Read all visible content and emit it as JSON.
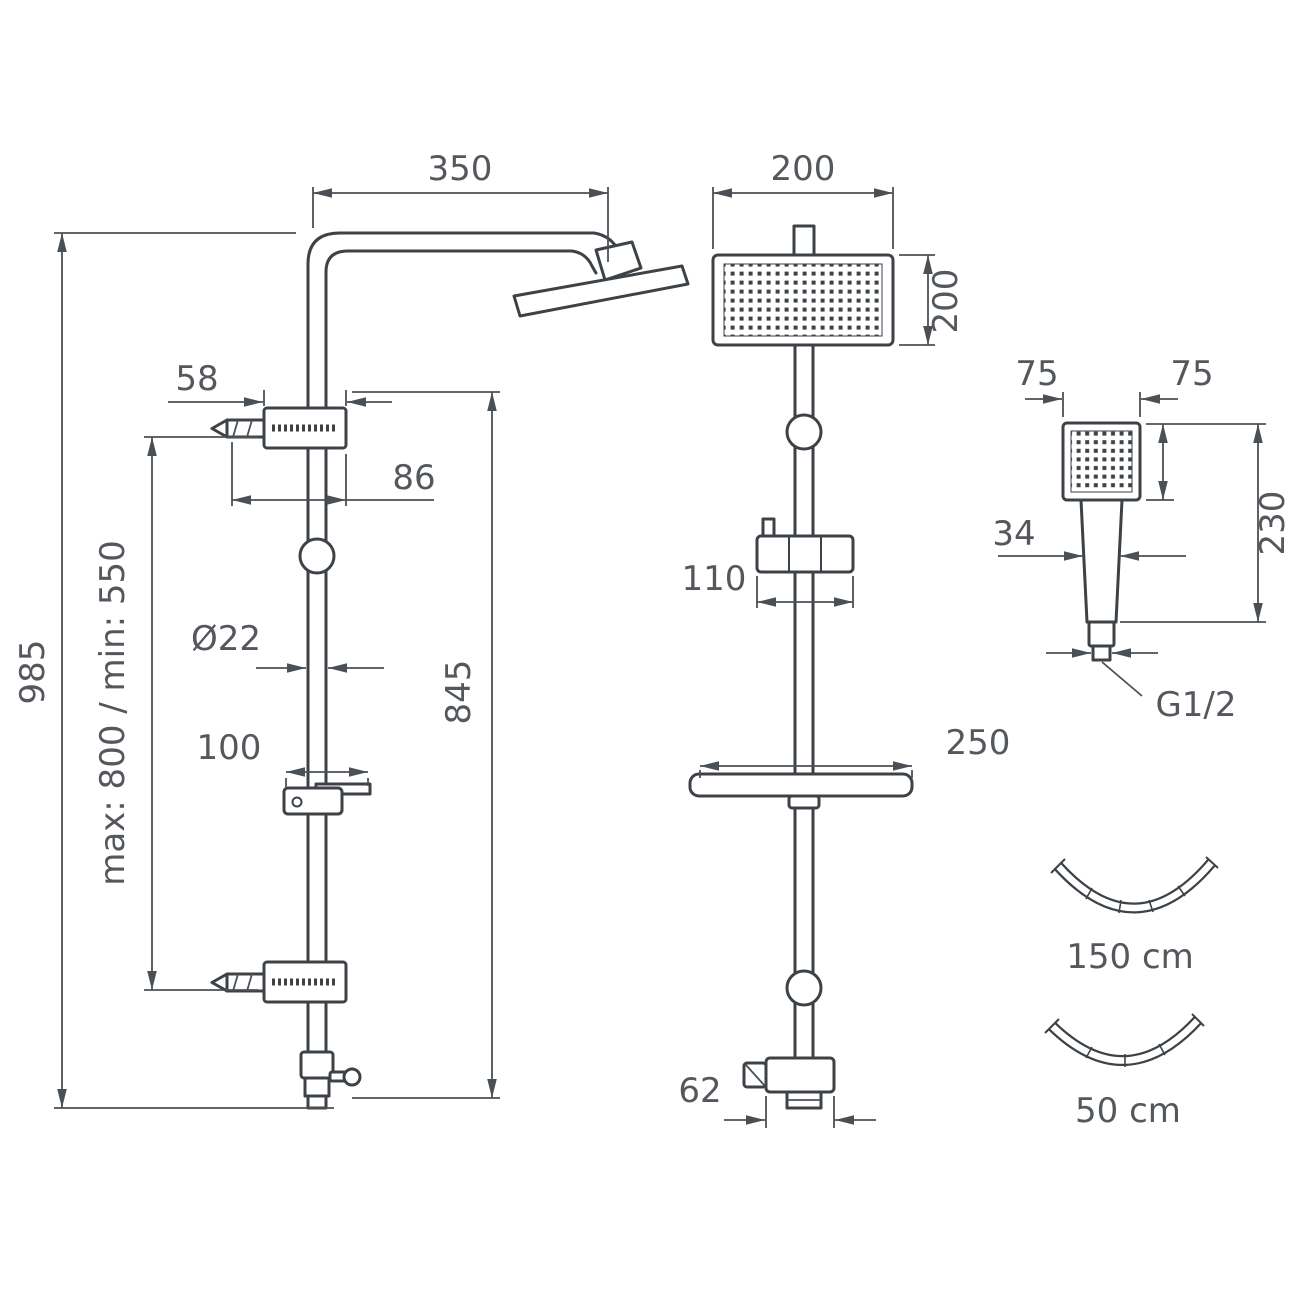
{
  "drawing": {
    "side_view": {
      "arm_length": "350",
      "total_height": "985",
      "bracket_offset": "58",
      "bracket_width": "86",
      "rail_range": "max: 800 / min: 550",
      "pipe_diameter": "Ø22",
      "soap_dish_width": "100",
      "column_height": "845"
    },
    "front_view": {
      "head_width": "200",
      "head_height": "200",
      "slider_width": "110",
      "shelf_width": "250",
      "valve_width": "62"
    },
    "hand_shower": {
      "head_width": "75",
      "head_height": "75",
      "handle_width": "34",
      "length": "230",
      "thread": "G1/2"
    },
    "hoses": {
      "long": "150 cm",
      "short": "50 cm"
    }
  }
}
